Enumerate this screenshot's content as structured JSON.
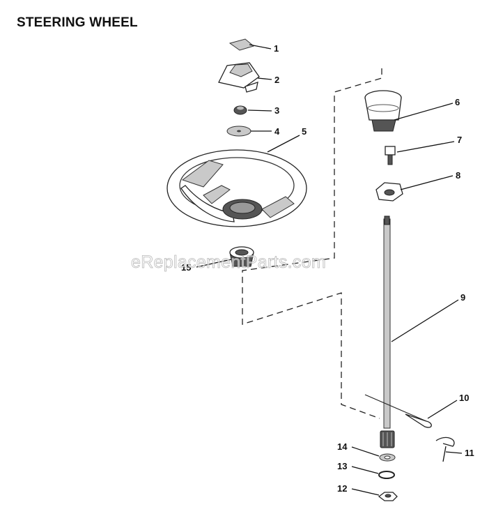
{
  "title": "STEERING WHEEL",
  "watermark": "eReplacementParts.com",
  "callouts": [
    "1",
    "2",
    "3",
    "4",
    "5",
    "6",
    "7",
    "8",
    "9",
    "10",
    "11",
    "12",
    "13",
    "14",
    "15"
  ]
}
